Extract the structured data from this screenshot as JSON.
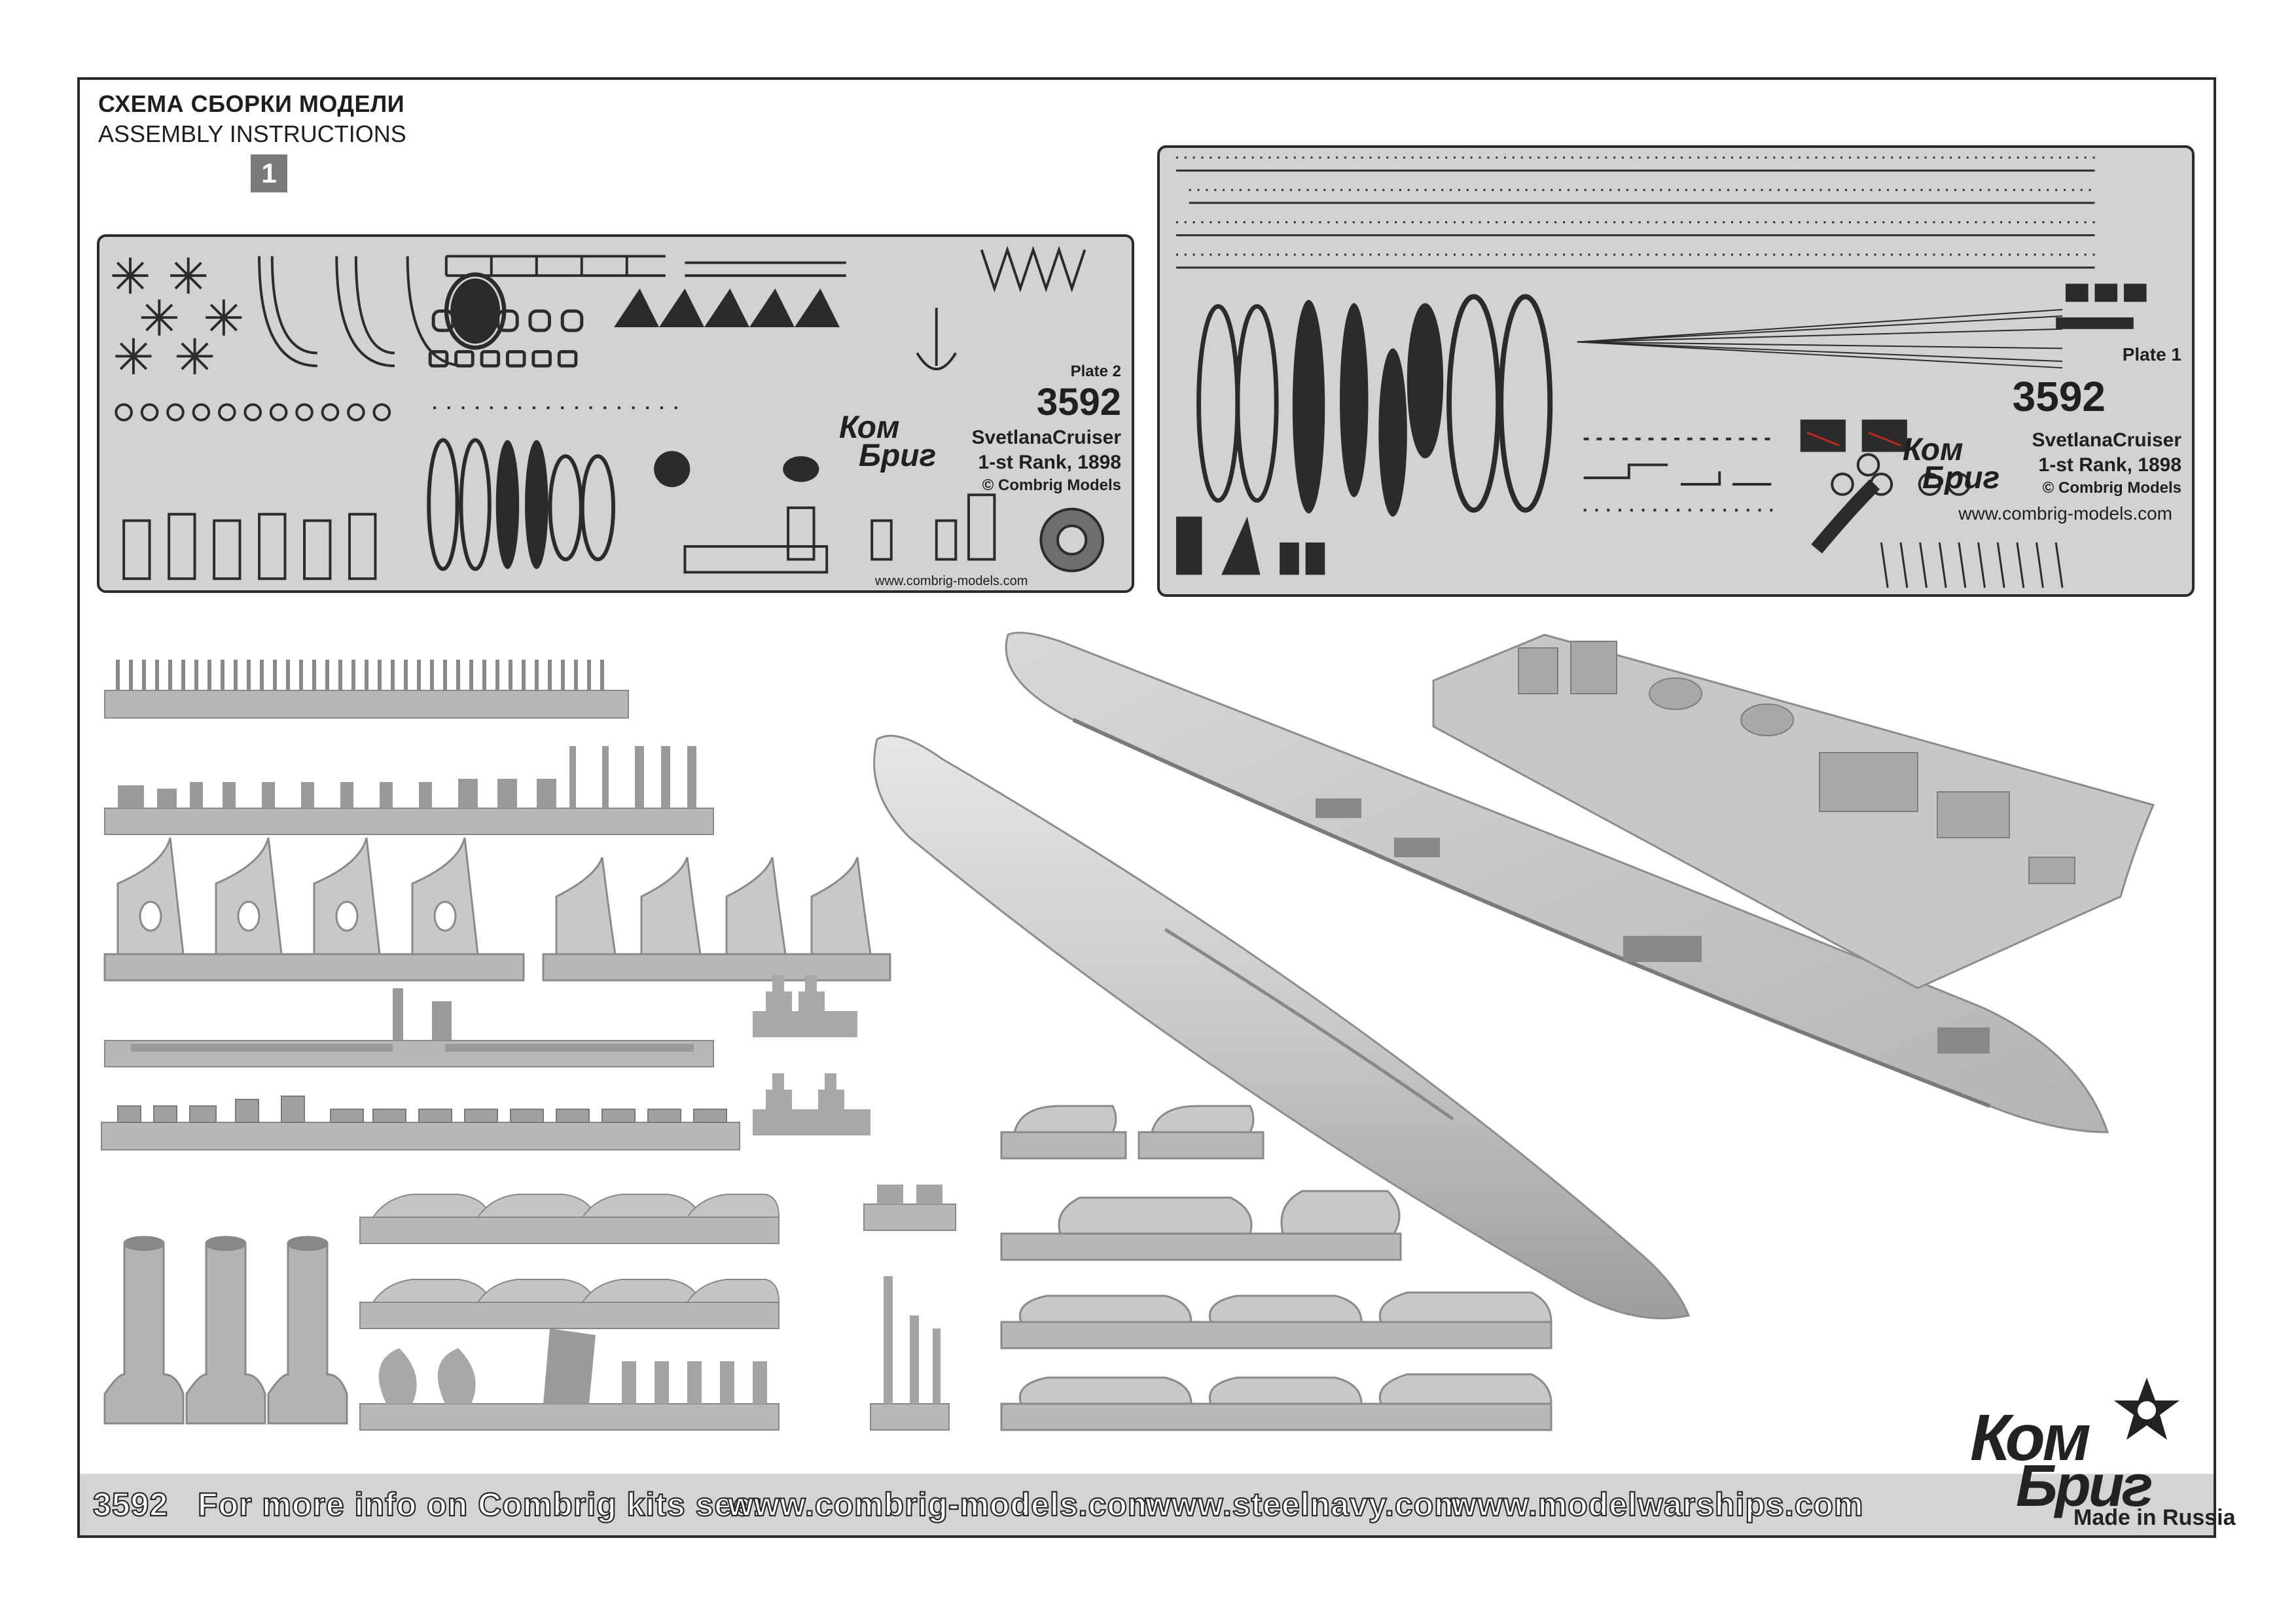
{
  "header": {
    "title_ru": "СХЕМА СБОРКИ МОДЕЛИ",
    "title_en": "ASSEMBLY INSTRUCTIONS",
    "sheet_number": "1"
  },
  "plate2": {
    "label": "Plate 2",
    "kit_number": "3592",
    "name_line1": "SvetlanaCruiser",
    "name_line2": "1-st Rank, 1898",
    "copyright": "© Combrig Models",
    "website": "www.combrig-models.com",
    "logo_line1": "Ком",
    "logo_line2": "Бриг"
  },
  "plate1": {
    "label": "Plate 1",
    "kit_number": "3592",
    "name_line1": "SvetlanaCruiser",
    "name_line2": "1-st Rank, 1898",
    "copyright": "© Combrig Models",
    "website": "www.combrig-models.com",
    "logo_line1": "Ком",
    "logo_line2": "Бриг"
  },
  "footer": {
    "kit_number": "3592",
    "info": "For more info on Combrig kits see:",
    "link1": "www.combrig-models.com",
    "link2": "www.steelnavy.com",
    "link3": "www.modelwarships.com"
  },
  "brand": {
    "logo_line1": "Ком",
    "logo_line2": "Бриг",
    "made_in": "Made in Russia"
  },
  "colors": {
    "fret": "#d2d2d2",
    "etch": "#2b2b2b",
    "resin_light": "#d4d4d4",
    "resin_dark": "#8a8a8a",
    "footer_band": "#d4d4d4"
  }
}
